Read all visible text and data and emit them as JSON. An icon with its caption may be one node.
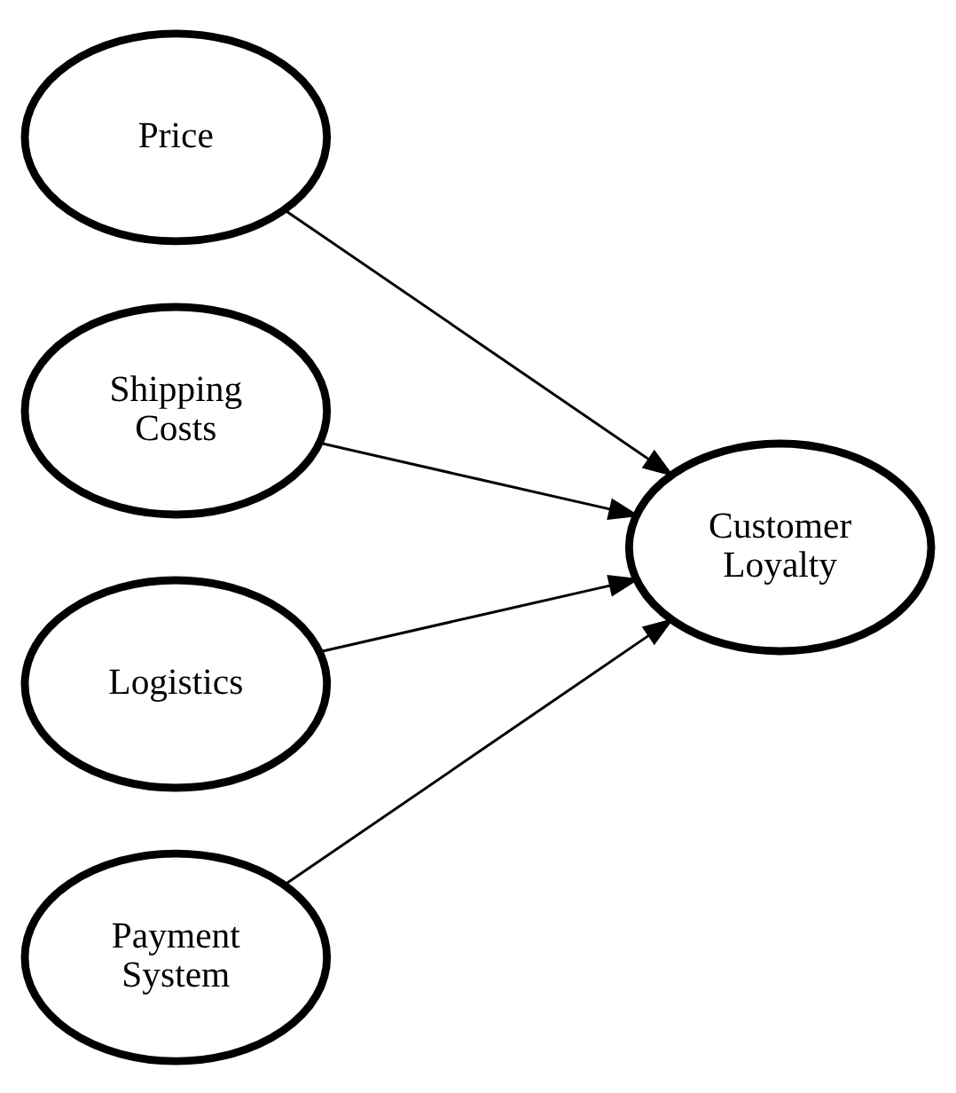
{
  "diagram": {
    "nodes": [
      {
        "text": [
          "Price"
        ]
      },
      {
        "text": [
          "Shipping Costs"
        ]
      },
      {
        "text": [
          "Logistics"
        ]
      },
      {
        "text": [
          "Payment System"
        ]
      },
      {
        "text": [
          "Customer Loyalty"
        ]
      }
    ],
    "edges": [
      {
        "from": 0,
        "to": 4,
        "arrow": "to"
      },
      {
        "from": 1,
        "to": 4,
        "arrow": "to"
      },
      {
        "from": 2,
        "to": 4,
        "arrow": "to"
      },
      {
        "from": 3,
        "to": 4,
        "arrow": "to"
      }
    ]
  }
}
